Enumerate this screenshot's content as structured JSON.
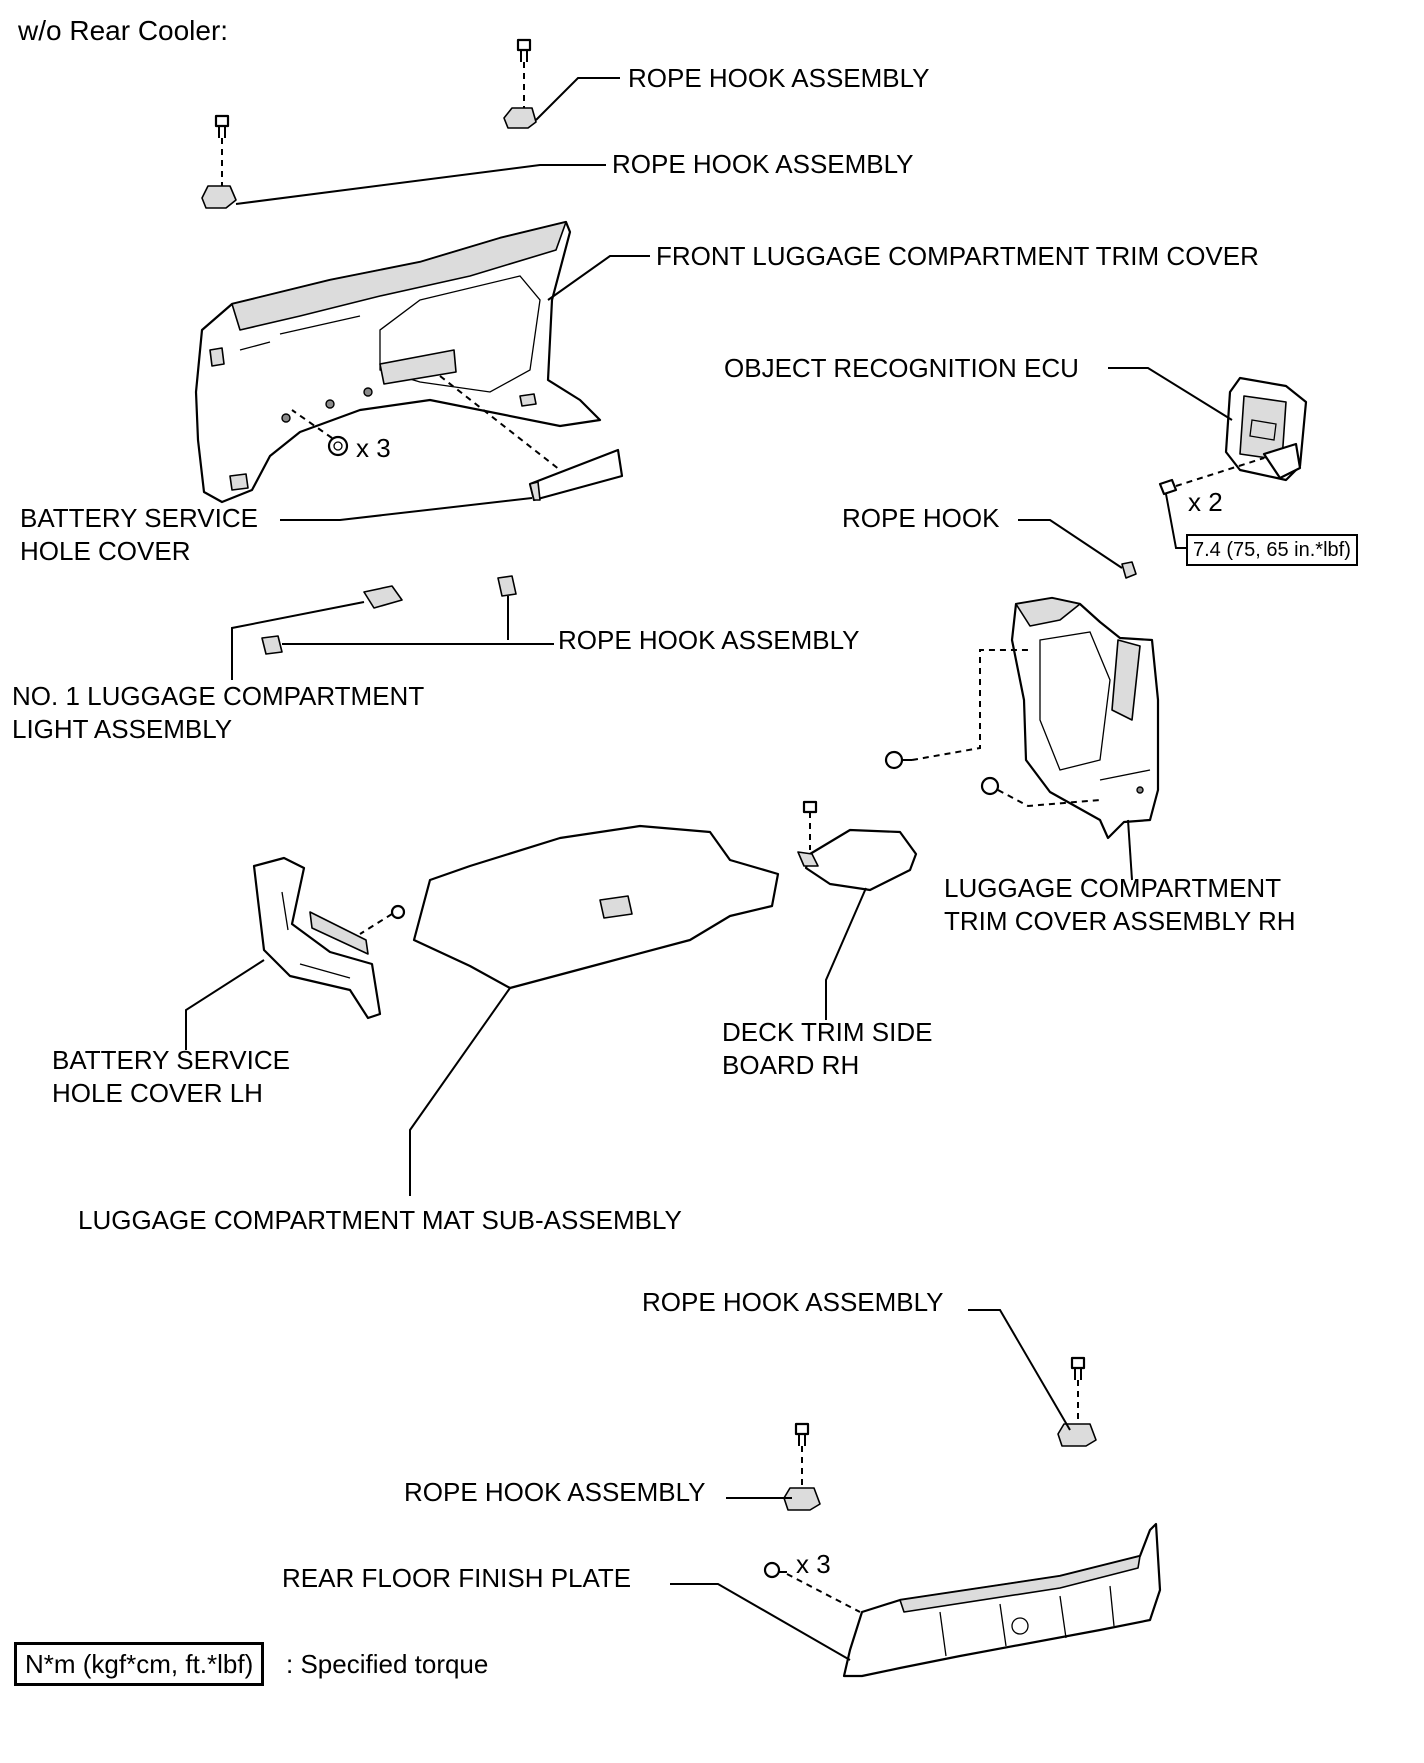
{
  "header": {
    "variant": "w/o Rear Cooler:"
  },
  "labels": {
    "rope_hook_assembly_1": "ROPE HOOK ASSEMBLY",
    "rope_hook_assembly_2": "ROPE HOOK ASSEMBLY",
    "front_trim_cover": "FRONT LUGGAGE COMPARTMENT TRIM COVER",
    "object_recognition_ecu": "OBJECT RECOGNITION ECU",
    "battery_service_hole_cover": "BATTERY SERVICE\nHOLE COVER",
    "rope_hook": "ROPE HOOK",
    "rope_hook_assembly_3": "ROPE HOOK ASSEMBLY",
    "no1_light_assembly": "NO. 1 LUGGAGE COMPARTMENT\nLIGHT ASSEMBLY",
    "trim_cover_rh": "LUGGAGE COMPARTMENT\nTRIM COVER ASSEMBLY RH",
    "battery_service_hole_cover_lh": "BATTERY SERVICE\nHOLE COVER LH",
    "deck_trim_side_board": "DECK TRIM SIDE\nBOARD RH",
    "luggage_mat": "LUGGAGE COMPARTMENT MAT SUB-ASSEMBLY",
    "rope_hook_assembly_4": "ROPE HOOK ASSEMBLY",
    "rope_hook_assembly_5": "ROPE HOOK ASSEMBLY",
    "rear_floor_finish_plate": "REAR FLOOR FINISH PLATE"
  },
  "quantities": {
    "clips_front_trim": "x 3",
    "ecu_bolts": "x 2",
    "finish_plate_clips": "x 3"
  },
  "torque": {
    "ecu_bolt": "7.4 (75, 65 in.*lbf)"
  },
  "legend": {
    "box_text": "N*m (kgf*cm, ft.*lbf)",
    "description": ": Specified torque"
  }
}
